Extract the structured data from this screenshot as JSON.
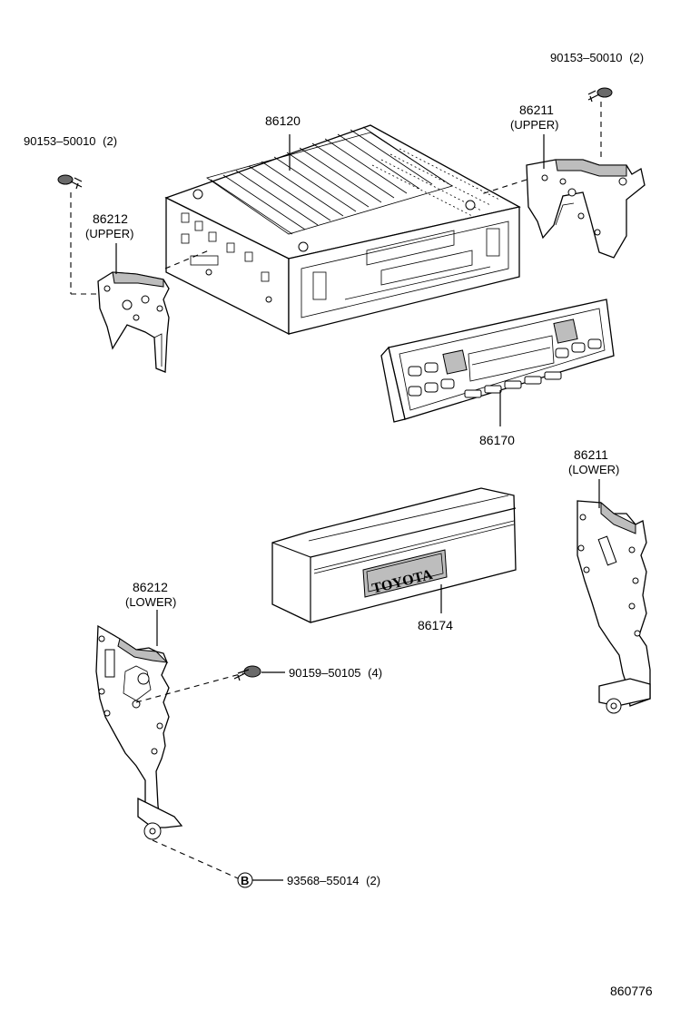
{
  "diagram_id": "860776",
  "parts": {
    "radio_receiver": "86120",
    "radio_panel": "86170",
    "trim_panel": "86174",
    "trim_emblem": "TOYOTA",
    "bracket_86211_upper": {
      "number": "86211",
      "position": "(UPPER)"
    },
    "bracket_86212_upper": {
      "number": "86212",
      "position": "(UPPER)"
    },
    "bracket_86211_lower": {
      "number": "86211",
      "position": "(LOWER)"
    },
    "bracket_86212_lower": {
      "number": "86212",
      "position": "(LOWER)"
    }
  },
  "fasteners": {
    "screw_right_top": {
      "number": "90153–50010",
      "qty": "(2)"
    },
    "screw_left_top": {
      "number": "90153–50010",
      "qty": "(2)"
    },
    "screw_middle": {
      "number": "90159–50105",
      "qty": "(4)"
    },
    "bolt_b": {
      "marker": "B",
      "number": "93568–55014",
      "qty": "(2)"
    }
  }
}
